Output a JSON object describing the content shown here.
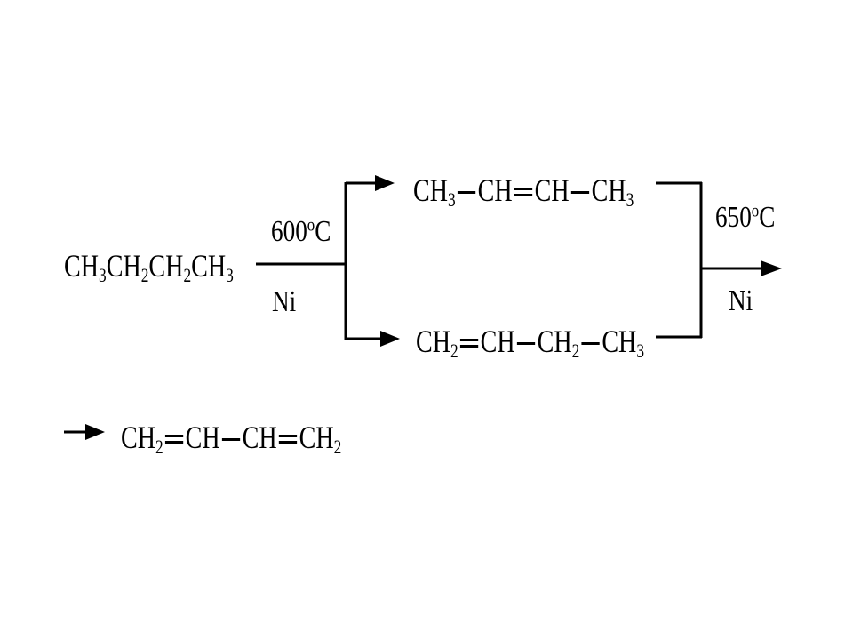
{
  "reactant": {
    "formula_parts": [
      "CH",
      "3",
      "CH",
      "2",
      "CH",
      "2",
      "CH",
      "3"
    ]
  },
  "step1": {
    "temp_number": "600",
    "temp_degree": "o",
    "temp_unit": "C",
    "catalyst": "Ni"
  },
  "intermediate_top": {
    "g1": "CH",
    "g1_sub": "3",
    "g2": "CH",
    "g3": "CH",
    "g4": "CH",
    "g4_sub": "3"
  },
  "intermediate_bottom": {
    "g1": "CH",
    "g1_sub": "2",
    "g2": "CH",
    "g3": "CH",
    "g3_sub": "2",
    "g4": "CH",
    "g4_sub": "3"
  },
  "step2": {
    "temp_number": "650",
    "temp_degree": "o",
    "temp_unit": "C",
    "catalyst": "Ni"
  },
  "product": {
    "g1": "CH",
    "g1_sub": "2",
    "g2": "CH",
    "g3": "CH",
    "g4": "CH",
    "g4_sub": "2"
  }
}
